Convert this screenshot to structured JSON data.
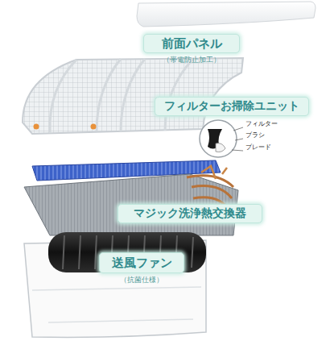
{
  "diagram": {
    "nodes": [
      {
        "text": [
          "前面パネル",
          "（帯電防止加工）"
        ]
      },
      {
        "text": [
          "フィルターお掃除ユニット"
        ]
      },
      {
        "text": [
          "マジック洗浄熱交換器"
        ]
      },
      {
        "text": [
          "送風ファン",
          "（抗菌仕様）"
        ]
      }
    ],
    "labels": [
      "フィルター",
      "ブラシ",
      "ブレード"
    ]
  }
}
